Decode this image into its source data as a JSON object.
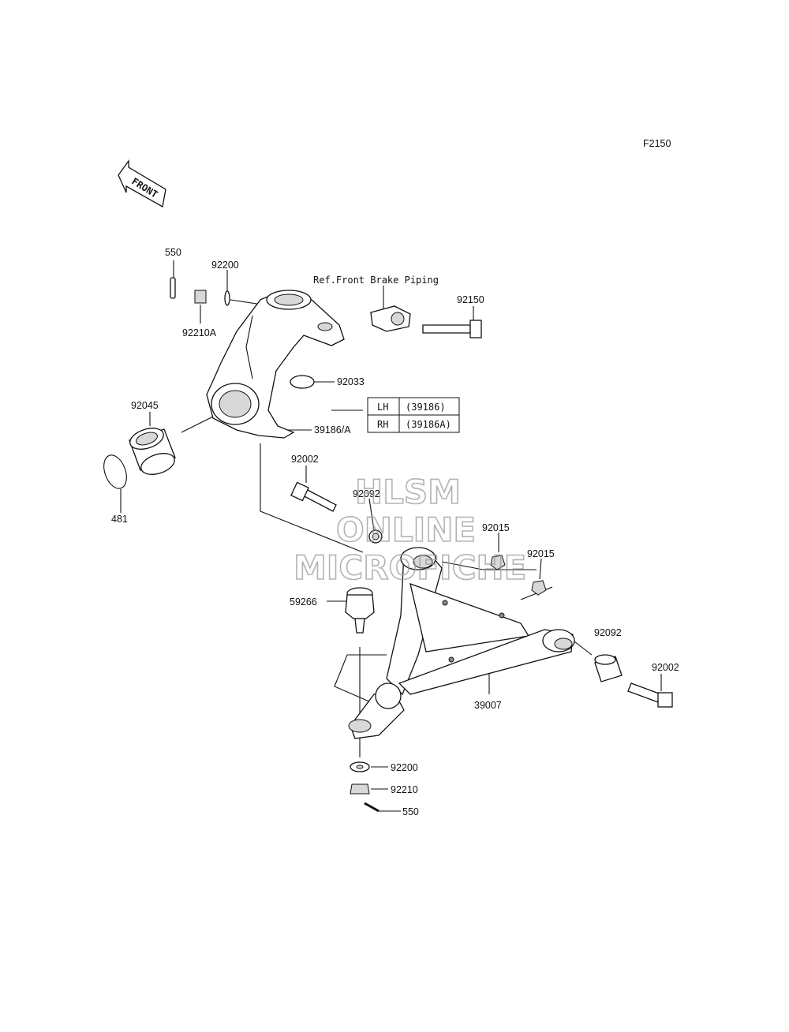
{
  "figure_code": "F2150",
  "front_arrow_label": "FRONT",
  "reference_note": "Ref.Front Brake Piping",
  "variant_table": [
    {
      "side": "LH",
      "part": "(39186)"
    },
    {
      "side": "RH",
      "part": "(39186A)"
    }
  ],
  "callouts": {
    "c550_top": "550",
    "c92200_top": "92200",
    "c92210A": "92210A",
    "c92150": "92150",
    "c92033": "92033",
    "c92045": "92045",
    "c39186A": "39186/A",
    "c481": "481",
    "c92002_left": "92002",
    "c92092_left": "92092",
    "c92015_a": "92015",
    "c92015_b": "92015",
    "c59266": "59266",
    "c92092_right": "92092",
    "c92002_right": "92002",
    "c39007": "39007",
    "c92200_bottom": "92200",
    "c92210": "92210",
    "c550_bottom": "550"
  },
  "watermark": {
    "line1": "HLSM",
    "line2": "ONLINE",
    "line3": "MICROFICHE"
  }
}
